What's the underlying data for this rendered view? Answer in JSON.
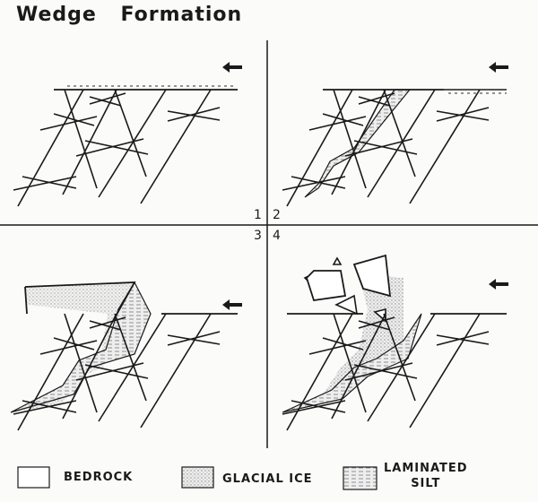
{
  "title": "Wedge Formation",
  "panels": [
    "1",
    "2",
    "3",
    "4"
  ],
  "legend": [
    {
      "label": "BEDROCK",
      "pattern": "blank"
    },
    {
      "label": "GLACIAL ICE",
      "pattern": "stipple"
    },
    {
      "label": "LAMINATED SILT",
      "label_line1": "LAMINATED",
      "label_line2": "SILT",
      "pattern": "dashed"
    }
  ],
  "arrow_direction": "left",
  "colors": {
    "ink": "#1a1a1a",
    "ice": "#d8d8d8",
    "paper": "#fbfbfa"
  }
}
